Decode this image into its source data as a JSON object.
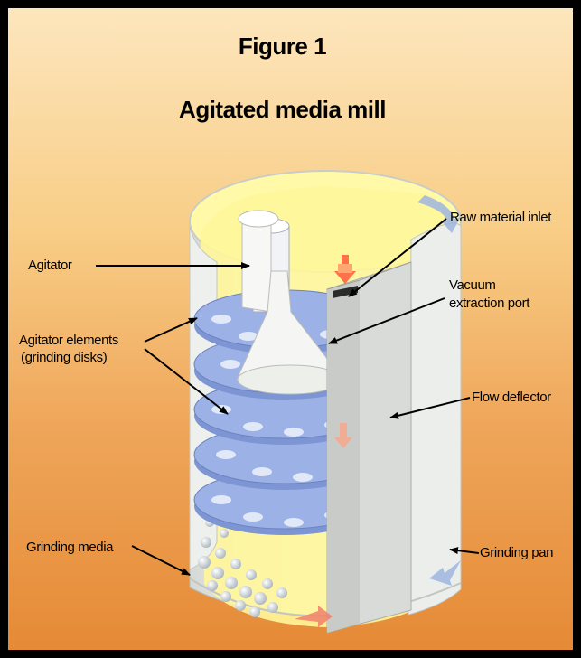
{
  "figure": {
    "label": "Figure 1",
    "title": "Agitated media mill"
  },
  "labels": {
    "agitator": "Agitator",
    "agitator_elements_line1": "Agitator elements",
    "agitator_elements_line2": "(grinding disks)",
    "grinding_media": "Grinding media",
    "raw_material_inlet": "Raw material inlet",
    "vacuum_line1": "Vacuum",
    "vacuum_line2": "extraction port",
    "flow_deflector": "Flow deflector",
    "grinding_pan": "Grinding pan"
  },
  "colors": {
    "background_top": "#fde6bd",
    "background_bottom": "#e58a36",
    "border": "#000000",
    "grinding_disks": "#8fa8de",
    "fluid": "#fff69a",
    "vessel": "#e9ecea"
  }
}
